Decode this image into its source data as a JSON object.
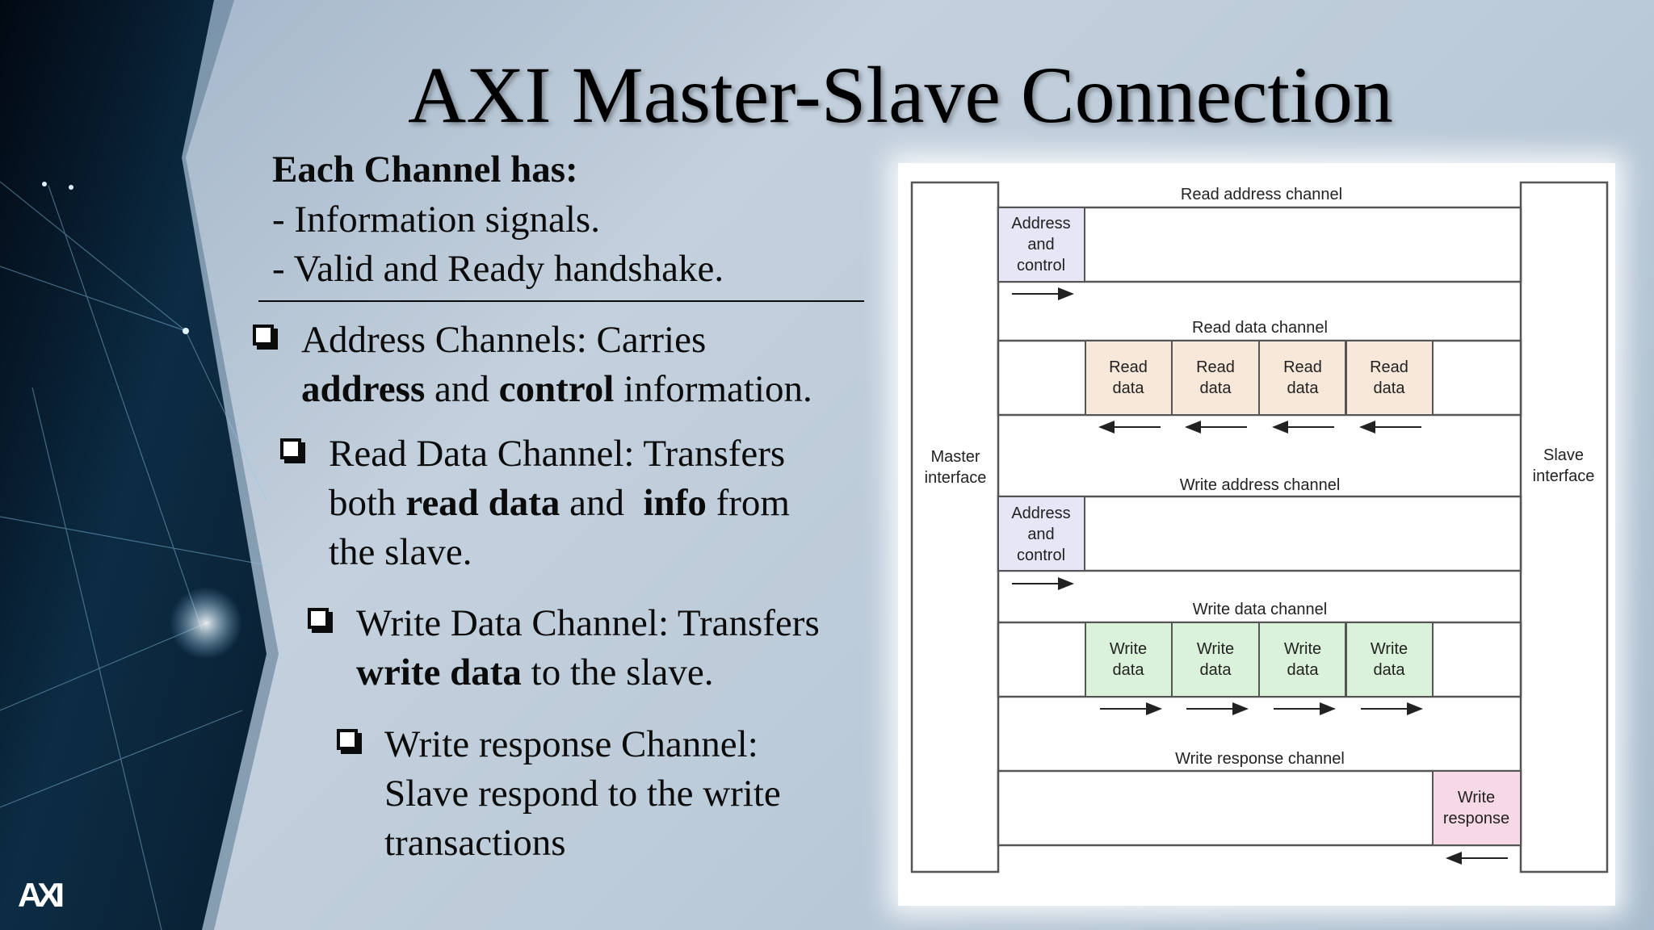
{
  "title": "AXI Master-Slave Connection",
  "intro": {
    "heading": "Each Channel has:",
    "items": [
      "- Information signals.",
      "- Valid and Ready handshake."
    ]
  },
  "bullets": {
    "address": {
      "l1": "Address Channels: Carries",
      "b1": "address",
      "m1": " and ",
      "b2": "control",
      "t1": " information."
    },
    "read": {
      "l1": "Read Data Channel: Transfers",
      "p1": "both ",
      "b1": "read data",
      "m1": " and  ",
      "b2": "info",
      "t1": " from",
      "l3": "the slave."
    },
    "write": {
      "l1": "Write Data Channel: Transfers",
      "b1": "write data",
      "t1": " to the slave."
    },
    "response": {
      "l1": "Write response Channel:",
      "l2": "Slave respond to the write",
      "l3": "transactions"
    }
  },
  "diagram": {
    "master_interface": [
      "Master",
      "interface"
    ],
    "slave_interface": [
      "Slave",
      "interface"
    ],
    "channels": {
      "read_address": "Read address channel",
      "read_data": "Read data channel",
      "write_address": "Write address channel",
      "write_data": "Write data channel",
      "write_response": "Write response channel"
    },
    "address_and_control": [
      "Address",
      "and",
      "control"
    ],
    "read_data_block": [
      "Read",
      "data"
    ],
    "write_data_block": [
      "Write",
      "data"
    ],
    "write_response_block": [
      "Write",
      "response"
    ],
    "colors": {
      "address": "#e6e6f6",
      "read": "#f8e8da",
      "write": "#daf2da",
      "response": "#f6d8e6"
    }
  },
  "logo": "AXI"
}
